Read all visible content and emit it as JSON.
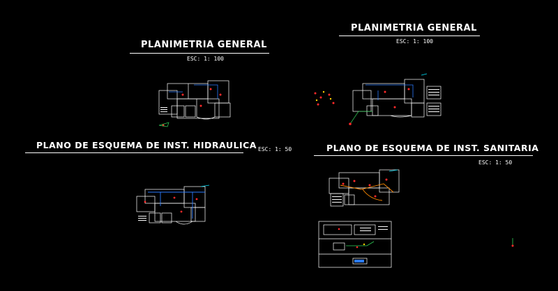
{
  "sheets": [
    {
      "title": "PLANIMETRIA GENERAL",
      "scale": "ESC: 1: 100"
    },
    {
      "title": "PLANIMETRIA GENERAL",
      "scale": "ESC: 1: 100"
    },
    {
      "title": "PLANO DE ESQUEMA DE INST. HIDRAULICA",
      "scale": "ESC: 1: 50"
    },
    {
      "title": "PLANO DE ESQUEMA DE INST. SANITARIA",
      "scale": "ESC: 1: 50"
    }
  ],
  "colors": {
    "background": "#000000",
    "linework": "#ffffff",
    "water_line": "#2b7bff",
    "sanitary_line": "#ff8a00",
    "fixtures": "#ff2a2a",
    "accent": "#00e5ff",
    "green": "#30d158"
  }
}
